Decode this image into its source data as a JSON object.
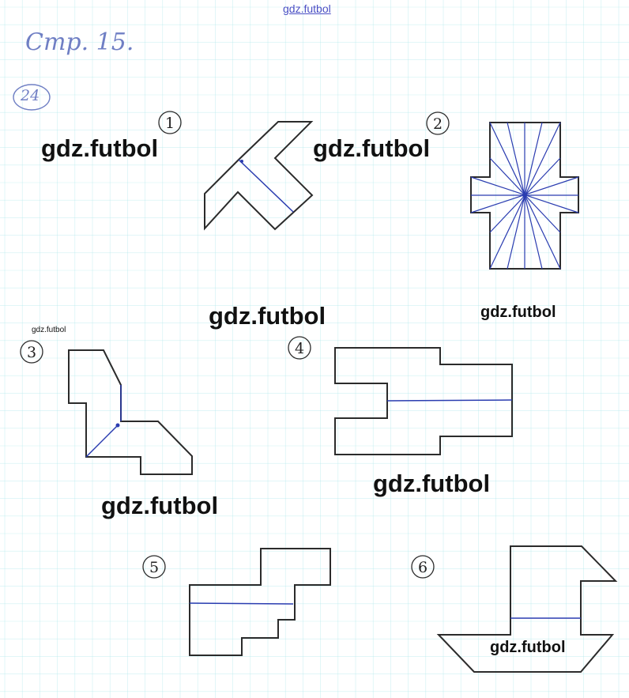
{
  "watermark_top": "gdz.futbol",
  "watermarks": [
    "gdz.futbol",
    "gdz.futbol",
    "gdz.futbol",
    "gdz.futbol",
    "gdz.futbol",
    "gdz.futbol",
    "gdz.futbol",
    "gdz.futbol"
  ],
  "handwriting": {
    "page": "Стр. 15.",
    "task": "24"
  },
  "figures": [
    {
      "number": "1"
    },
    {
      "number": "2"
    },
    {
      "number": "3"
    },
    {
      "number": "4"
    },
    {
      "number": "5"
    },
    {
      "number": "6"
    }
  ],
  "colors": {
    "grid": "#a8e6ea",
    "outline": "#2b2b2b",
    "ink": "#2a3cb0",
    "handwriting": "#6f7fc4"
  }
}
